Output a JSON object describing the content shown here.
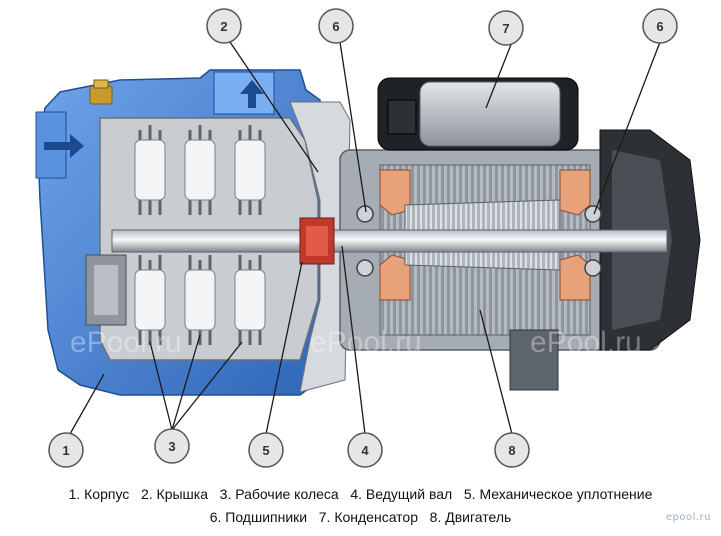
{
  "diagram": {
    "badges": [
      {
        "id": "b2",
        "label": "2"
      },
      {
        "id": "b6a",
        "label": "6"
      },
      {
        "id": "b7",
        "label": "7"
      },
      {
        "id": "b6b",
        "label": "6"
      },
      {
        "id": "b1",
        "label": "1"
      },
      {
        "id": "b3",
        "label": "3"
      },
      {
        "id": "b5",
        "label": "5"
      },
      {
        "id": "b4",
        "label": "4"
      },
      {
        "id": "b8",
        "label": "8"
      }
    ],
    "watermarks": [
      "ePool.ru",
      "ePool.ru",
      "ePool.ru"
    ],
    "colors": {
      "housing_blue": "#3f7fd4",
      "badge_fill": "#e6e6e6",
      "metal_gray": "#9da3ab",
      "copper": "#e8a27a"
    }
  },
  "caption": {
    "line1": [
      "1. Корпус",
      "2. Крышка",
      "3. Рабочие колеса",
      "4. Ведущий вал",
      "5. Механическое уплотнение"
    ],
    "line2": [
      "6. Подшипники",
      "7. Конденсатор",
      "8. Двигатель"
    ]
  },
  "brand": "epool.ru"
}
